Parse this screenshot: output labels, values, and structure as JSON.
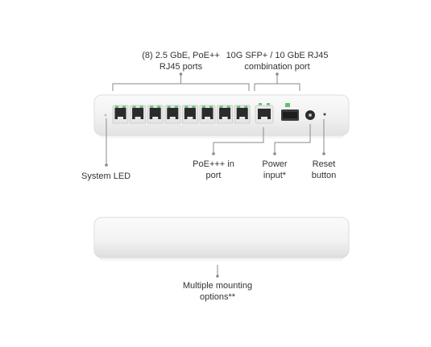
{
  "labels": {
    "ports_8": "(8) 2.5 GbE, PoE++\nRJ45 ports",
    "combo_port": "10G SFP+ / 10 GbE RJ45\ncombination port",
    "system_led": "System LED",
    "poe_in": "PoE+++ in\nport",
    "power_input": "Power\ninput*",
    "reset_button": "Reset\nbutton",
    "mounting": "Multiple mounting\noptions**"
  },
  "colors": {
    "background": "#ffffff",
    "device_body": "#f4f4f4",
    "port_led_green": "#5fc36a",
    "line": "#8a8a8a",
    "text": "#333333"
  },
  "icons": {
    "port": "rj45-port-icon",
    "sfp": "sfp-slot-icon",
    "power": "power-jack-icon",
    "reset": "reset-pinhole-icon",
    "led": "status-led-icon"
  }
}
